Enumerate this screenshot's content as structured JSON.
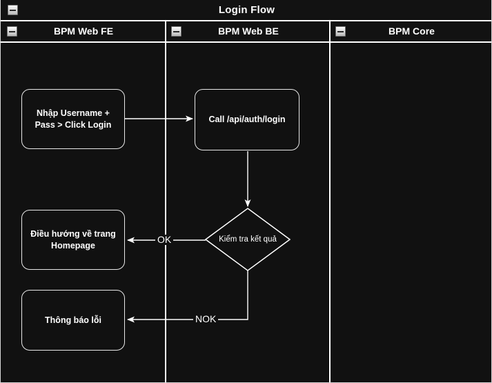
{
  "pool": {
    "title": "Login Flow",
    "collapse_icon": "minus-box-icon"
  },
  "lanes": [
    {
      "id": "fe",
      "label": "BPM Web FE",
      "collapse_icon": "minus-box-icon"
    },
    {
      "id": "be",
      "label": "BPM Web BE",
      "collapse_icon": "minus-box-icon"
    },
    {
      "id": "core",
      "label": "BPM Core",
      "collapse_icon": "minus-box-icon"
    }
  ],
  "nodes": [
    {
      "id": "n1",
      "type": "task",
      "lane": "fe",
      "label": "Nhập Username + Pass > Click Login"
    },
    {
      "id": "n2",
      "type": "task",
      "lane": "be",
      "label": "Call /api/auth/login"
    },
    {
      "id": "n3",
      "type": "decision",
      "lane": "be",
      "label": "Kiểm tra kết quả"
    },
    {
      "id": "n4",
      "type": "task",
      "lane": "fe",
      "label": "Điều hướng về trang Homepage"
    },
    {
      "id": "n5",
      "type": "task",
      "lane": "fe",
      "label": "Thông báo lỗi"
    }
  ],
  "edges": [
    {
      "id": "e1",
      "from": "n1",
      "to": "n2",
      "label": ""
    },
    {
      "id": "e2",
      "from": "n2",
      "to": "n3",
      "label": ""
    },
    {
      "id": "e3",
      "from": "n3",
      "to": "n4",
      "label": "OK"
    },
    {
      "id": "e4",
      "from": "n3",
      "to": "n5",
      "label": "NOK"
    }
  ],
  "colors": {
    "canvas": "#111111",
    "stroke": "#ffffff",
    "node_border": "#e9e9e9",
    "text": "#ffffff"
  }
}
